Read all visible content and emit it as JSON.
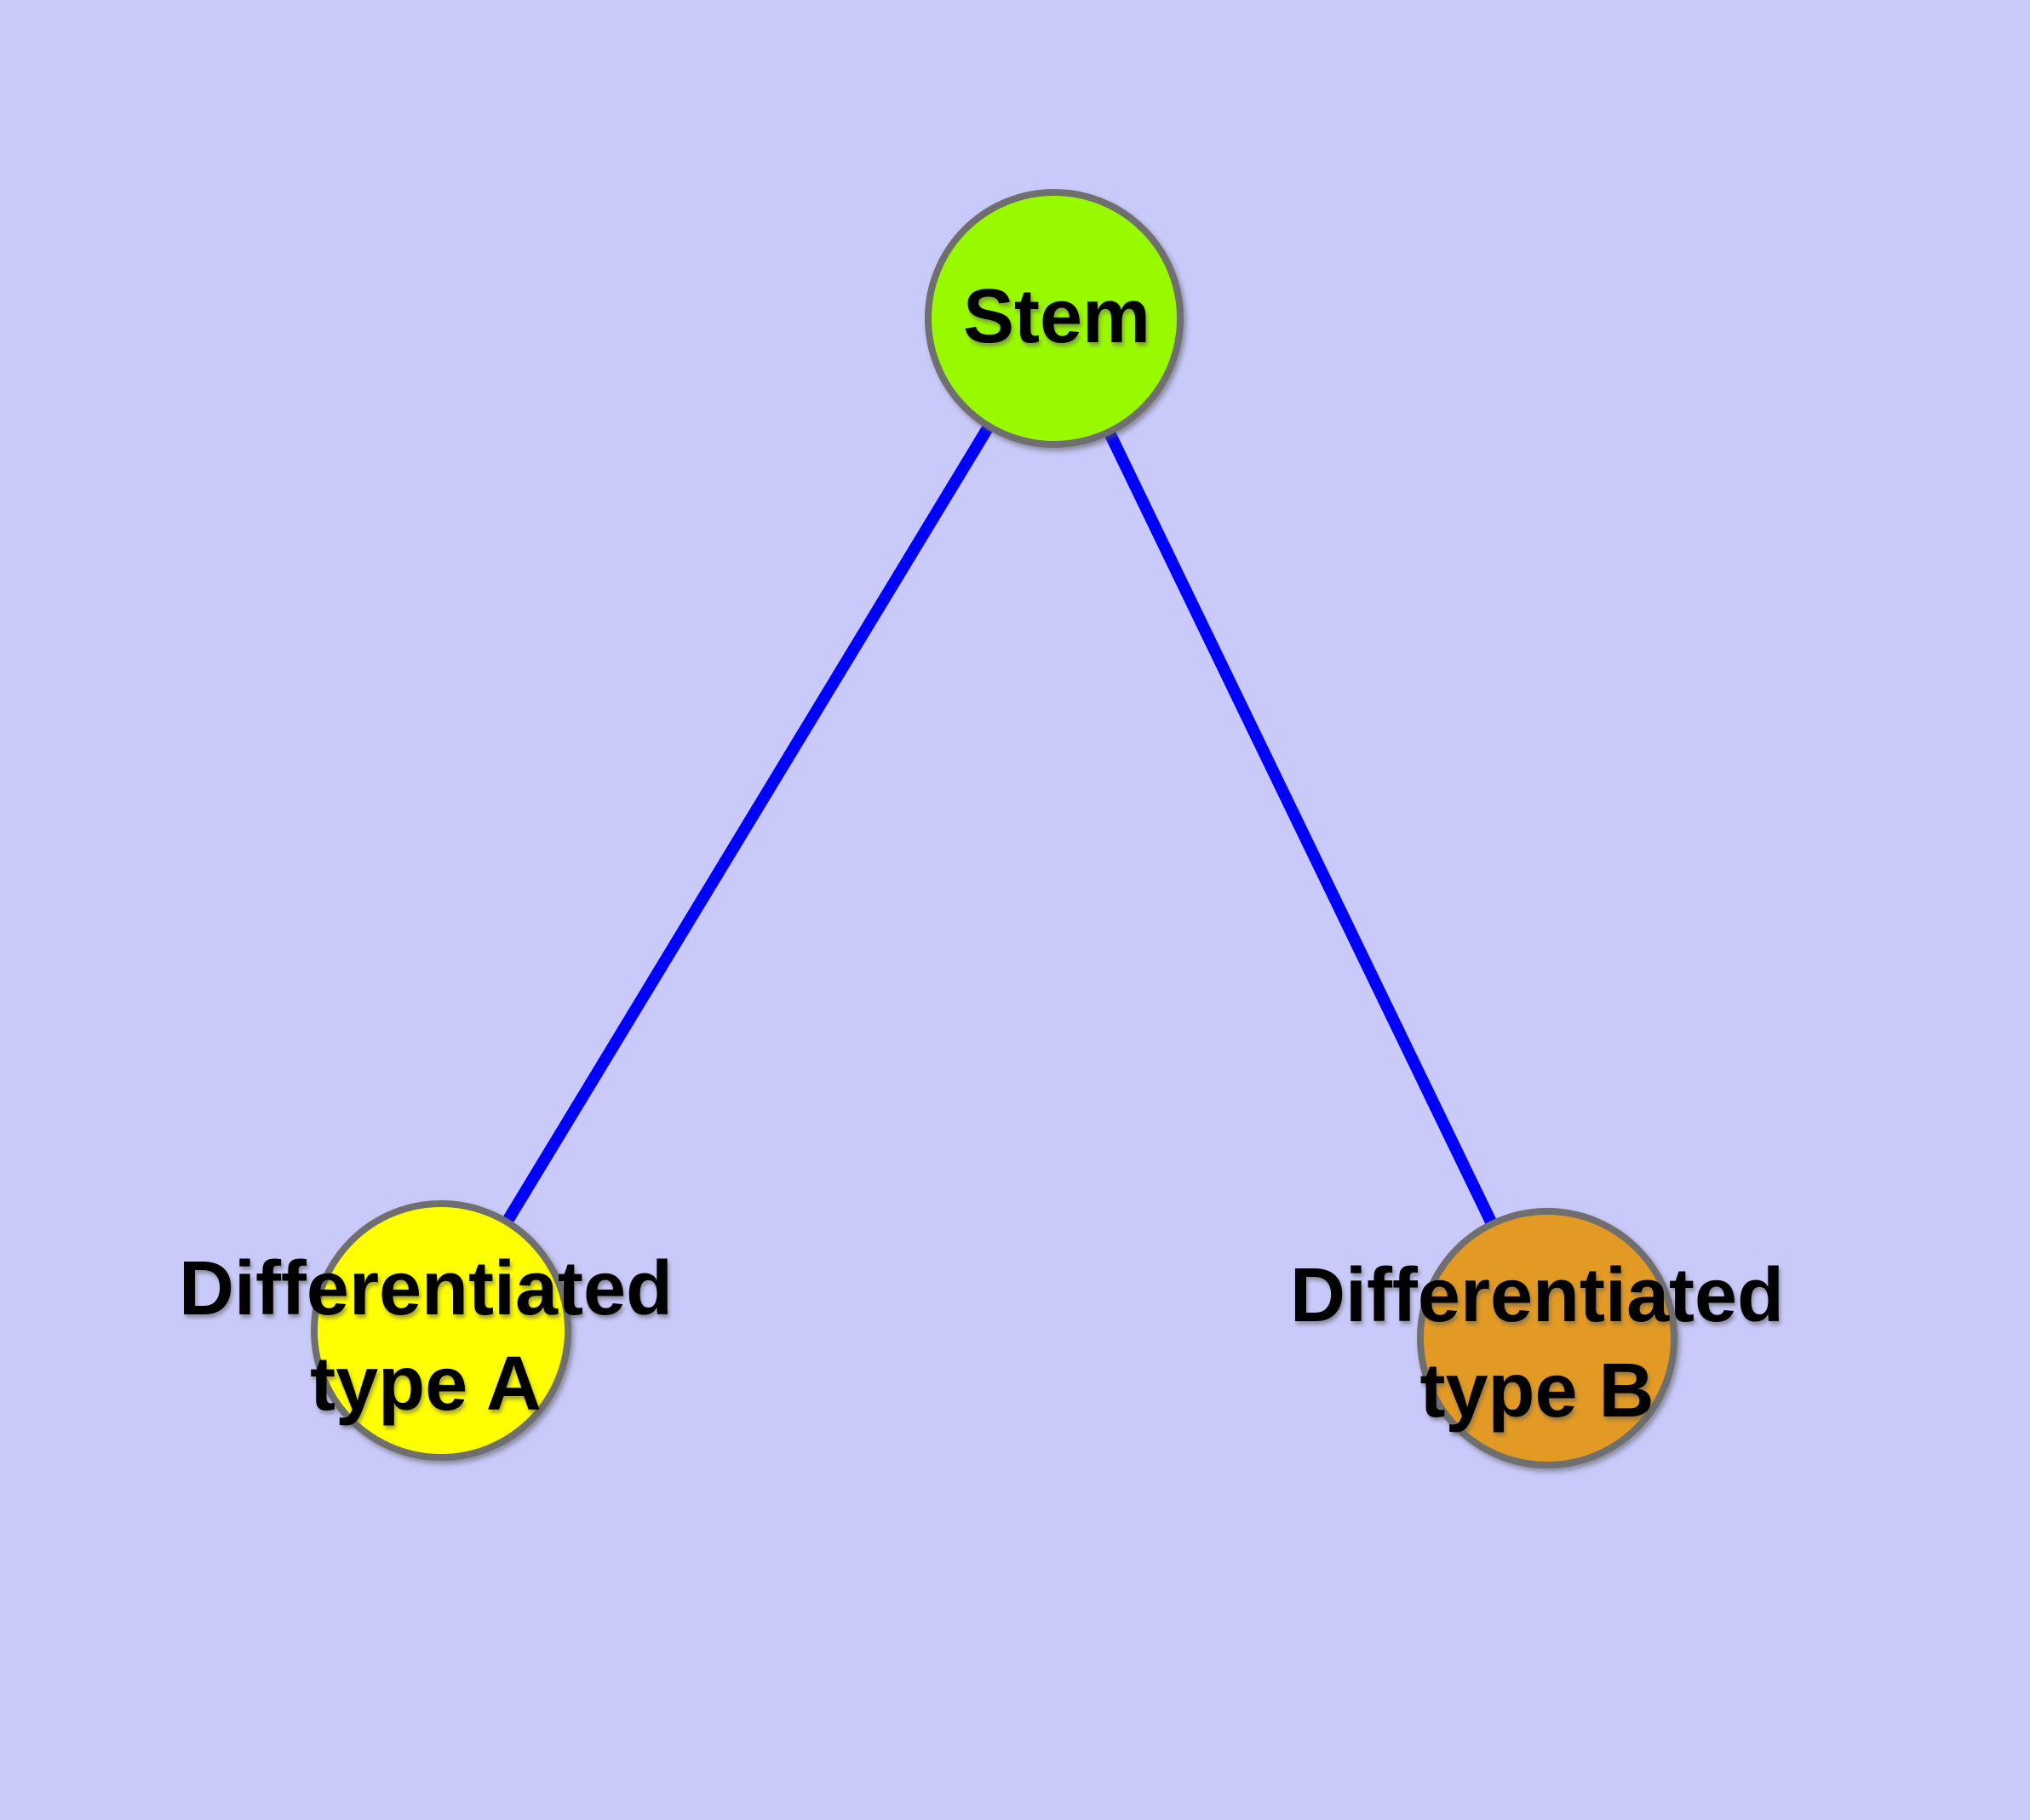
{
  "diagram": {
    "background_color": "#c9c9fa",
    "colors": {
      "edge": "#0000ff",
      "node_border": "#6f6f6f",
      "label_text": "#000000"
    },
    "nodes": [
      {
        "id": "stem",
        "label": "Stem",
        "fill": "#99fa00"
      },
      {
        "id": "differentiated-type-a",
        "label": "Differentiated type A",
        "label_lines": [
          "Differentiated",
          "type A"
        ],
        "fill": "#ffff00"
      },
      {
        "id": "differentiated-type-b",
        "label": "Differentiated type B",
        "label_lines": [
          "Differentiated",
          "type B"
        ],
        "fill": "#e29a24"
      }
    ],
    "edges": [
      {
        "from": "Stem",
        "to": "Differentiated type A"
      },
      {
        "from": "Stem",
        "to": "Differentiated type B"
      }
    ]
  }
}
